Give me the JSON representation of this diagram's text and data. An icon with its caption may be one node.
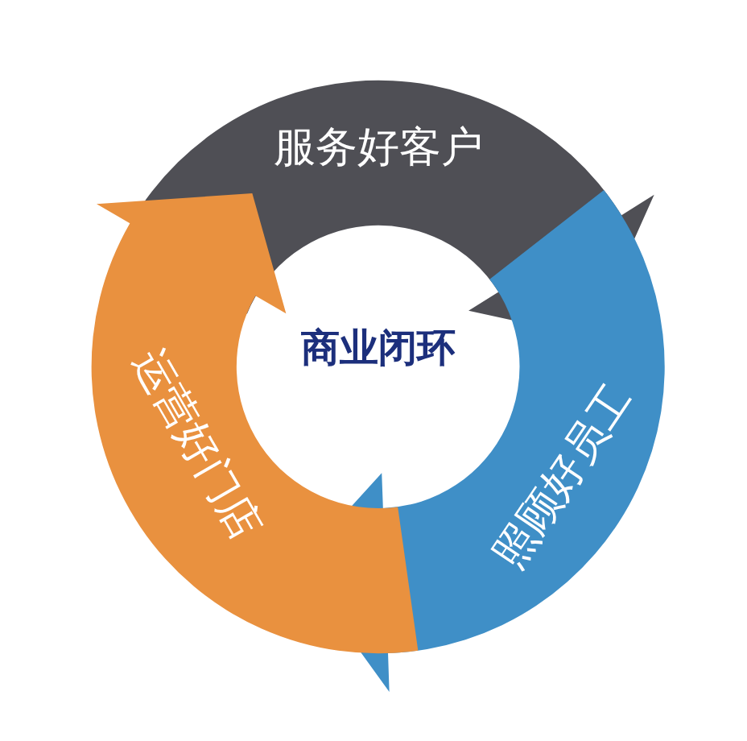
{
  "diagram": {
    "nodes": [
      {
        "text": [
          "服务好客户"
        ]
      },
      {
        "text": [
          "照顾好员工"
        ]
      },
      {
        "text": [
          "运营好门店"
        ]
      }
    ],
    "labels": [
      "商业闭环"
    ]
  }
}
